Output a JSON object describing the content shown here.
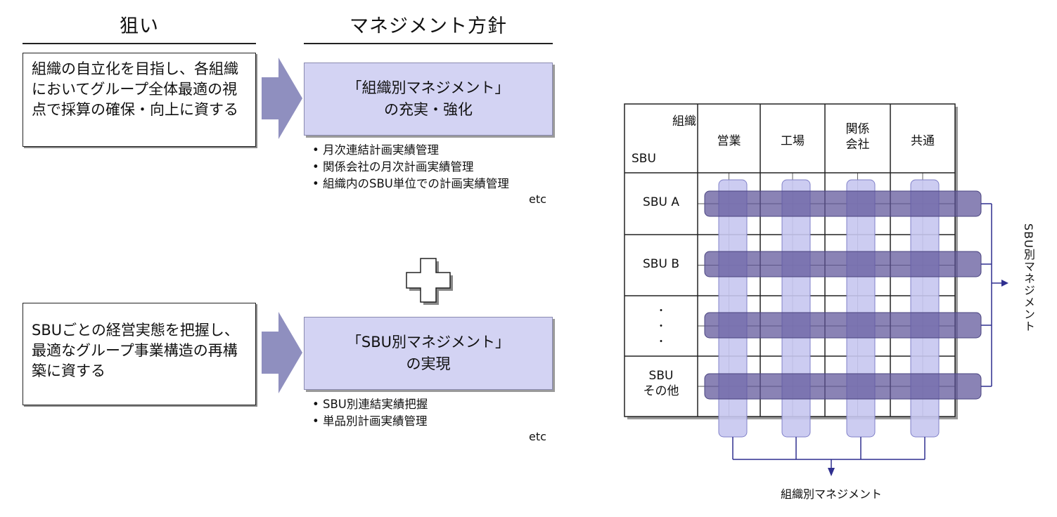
{
  "headers": {
    "aim": "狙い",
    "policy": "マネジメント方針"
  },
  "goals": [
    {
      "text": "組織の自立化を目指し、各組織においてグループ全体最適の視点で採算の確保・向上に資する"
    },
    {
      "text": "SBUごとの経営実態を把握し、最適なグループ事業構造の再構築に資する"
    }
  ],
  "policies": [
    {
      "line1": "「組織別マネジメント」",
      "line2": "の充実・強化",
      "bullets": [
        "月次連結計画実績管理",
        "関係会社の月次計画実績管理",
        "組織内のSBU単位での計画実績管理"
      ],
      "etc": "etc"
    },
    {
      "line1": "「SBU別マネジメント」",
      "line2": "の実現",
      "bullets": [
        "SBU別連結実績把握",
        "単品別計画実績管理"
      ],
      "etc": "etc"
    }
  ],
  "matrix": {
    "corner_top": "組織",
    "corner_bottom": "SBU",
    "columns": [
      "営業",
      "工場",
      "関係\n会社",
      "共通"
    ],
    "rows": [
      "SBU A",
      "SBU B",
      "・\n・\n・",
      "SBU\nその他"
    ],
    "right_label": "SBU別マネジメント",
    "bottom_label": "組織別マネジメント"
  },
  "colors": {
    "arrow": "#8f8fbf",
    "policy_fill": "#d3d3f3",
    "column_band": "#c6c6f0",
    "row_band": "#7f74ad",
    "connector": "#2f2f8f"
  }
}
